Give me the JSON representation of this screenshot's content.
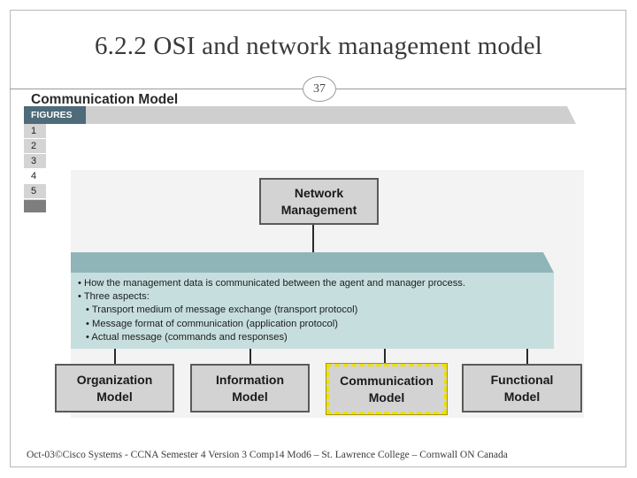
{
  "slide": {
    "title": "6.2.2  OSI and network management model",
    "page_number": "37",
    "footer": "Oct-03©Cisco Systems - CCNA Semester 4 Version 3 Comp14 Mod6 – St. Lawrence College – Cornwall ON Canada"
  },
  "figure": {
    "heading": "Communication Model",
    "figures_tab_label": "FIGURES",
    "figure_numbers": [
      "1",
      "2",
      "3",
      "4",
      "5"
    ],
    "active_figure": "4",
    "top_box": "Network\nManagement",
    "description": {
      "lines": [
        "• How the management data is communicated between the agent and manager process.",
        "• Three aspects:",
        "• Transport medium of message exchange (transport protocol)",
        "• Message format of communication (application protocol)",
        "• Actual message (commands and responses)"
      ]
    },
    "models": [
      {
        "label": "Organization\nModel",
        "highlighted": false
      },
      {
        "label": "Information\nModel",
        "highlighted": false
      },
      {
        "label": "Communication\nModel",
        "highlighted": true
      },
      {
        "label": "Functional\nModel",
        "highlighted": false
      }
    ]
  },
  "colors": {
    "highlight_border": "#f0e000",
    "panel_fill": "#c7dede",
    "panel_header": "#8fb5b8",
    "figures_tab": "#4d6b78"
  }
}
